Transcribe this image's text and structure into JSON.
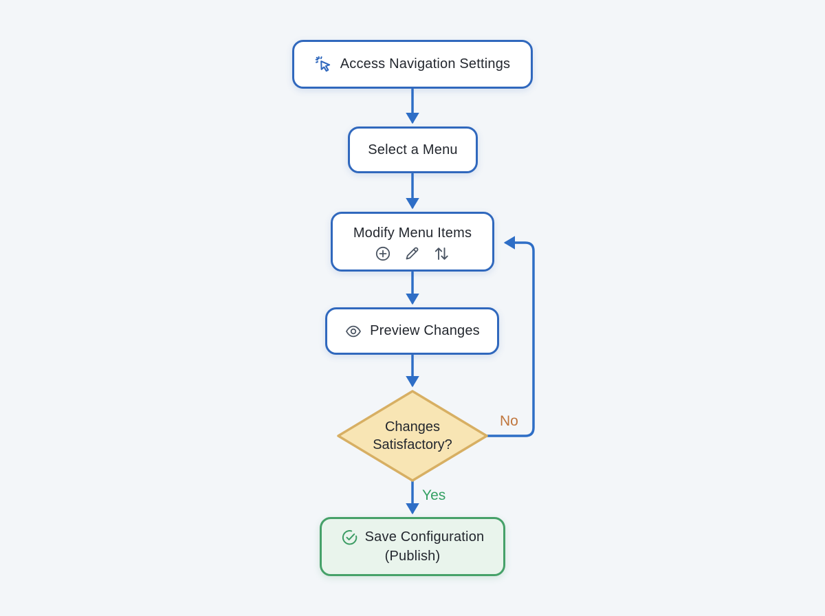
{
  "flowchart": {
    "nodes": {
      "access": {
        "label": "Access Navigation Settings",
        "icon": "cursor-click-icon"
      },
      "select": {
        "label": "Select a Menu"
      },
      "modify": {
        "label": "Modify Menu Items",
        "icons": [
          "plus-circle-icon",
          "pencil-icon",
          "sort-vertical-icon"
        ]
      },
      "preview": {
        "label": "Preview Changes",
        "icon": "eye-icon"
      },
      "decision": {
        "line1": "Changes",
        "line2": "Satisfactory?"
      },
      "save": {
        "line1": "Save Configuration",
        "line2": "(Publish)",
        "icon": "check-circle-icon"
      }
    },
    "edge_labels": {
      "no": "No",
      "yes": "Yes"
    },
    "edges": [
      {
        "from": "access",
        "to": "select"
      },
      {
        "from": "select",
        "to": "modify"
      },
      {
        "from": "modify",
        "to": "preview"
      },
      {
        "from": "preview",
        "to": "decision"
      },
      {
        "from": "decision",
        "to": "save",
        "label": "Yes"
      },
      {
        "from": "decision",
        "to": "modify",
        "label": "No"
      }
    ],
    "colors": {
      "background": "#f3f6f9",
      "connector_blue": "#2e6ec6",
      "node_border_blue": "#3068bd",
      "node_fill": "#ffffff",
      "decision_fill": "#f8e5b4",
      "decision_border": "#d7af63",
      "no_label": "#c0763d",
      "yes_label": "#34a063",
      "save_fill": "#e9f4ec",
      "save_border": "#46a169",
      "text": "#23272e",
      "icon_gray": "#4b5563"
    }
  }
}
